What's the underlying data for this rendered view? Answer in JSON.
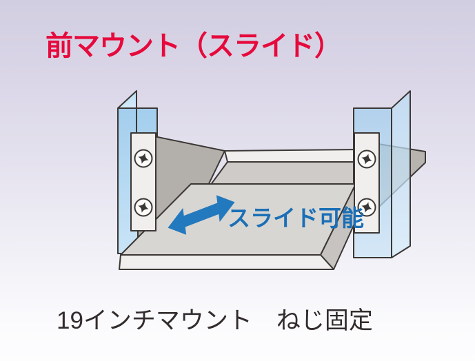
{
  "title": "前マウント（スライド）",
  "diagram": {
    "slide_label": "スライド可能",
    "icons": {
      "slide_arrow": "double-headed-slide-arrow",
      "screw": "phillips-screw-head"
    },
    "screw_count": 4,
    "colors": {
      "title-red": "#e60a3c",
      "label-blue": "#1a6fb6",
      "arrow-blue": "#2379bd",
      "rail-blue": "#a9d3ef",
      "rail-blue-light": "#c6e2f6",
      "metal-light": "#f0efed",
      "metal-mid": "#d8d6d3",
      "metal-dark": "#b3b0ac",
      "outline": "#3b3734",
      "caption-color": "#322c2d",
      "bg-top": "#d2cee1",
      "bg-bottom": "#fdfdfe"
    }
  },
  "caption": "19インチマウント　ねじ固定"
}
